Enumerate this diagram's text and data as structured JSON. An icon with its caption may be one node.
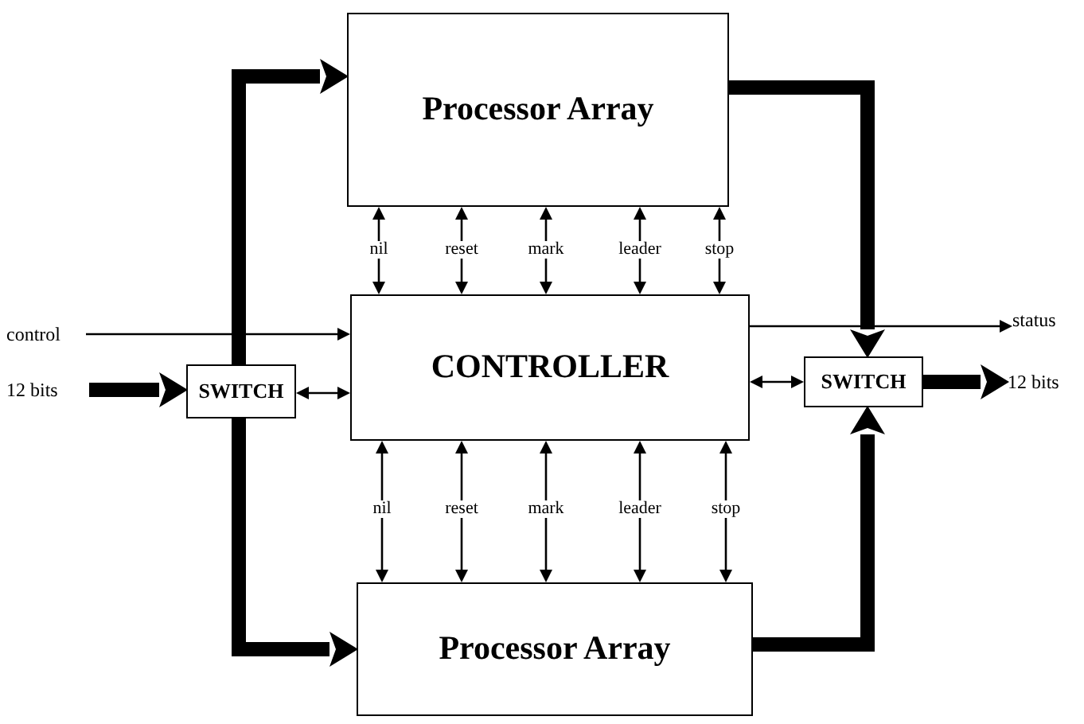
{
  "diagram": {
    "nodes": [
      {
        "text": [
          "Processor Array"
        ]
      },
      {
        "text": [
          "CONTROLLER"
        ]
      },
      {
        "text": [
          "Processor Array"
        ]
      },
      {
        "text": [
          "SWITCH"
        ]
      },
      {
        "text": [
          "SWITCH"
        ]
      },
      {
        "text": [
          "control"
        ]
      },
      {
        "text": [
          "12 bits"
        ]
      },
      {
        "text": [
          "status"
        ]
      },
      {
        "text": [
          "12 bits"
        ]
      }
    ],
    "edges": [
      {
        "from": 5,
        "to": 1,
        "arrow": "to"
      },
      {
        "from": 6,
        "to": 3,
        "arrow": "to",
        "style": "thick"
      },
      {
        "from": 3,
        "to": 1,
        "arrow": "both"
      },
      {
        "from": 3,
        "to": 0,
        "arrow": "to",
        "style": "thick"
      },
      {
        "from": 3,
        "to": 2,
        "arrow": "to",
        "style": "thick"
      },
      {
        "from": 0,
        "to": 1,
        "arrow": "both",
        "label": "nil"
      },
      {
        "from": 0,
        "to": 1,
        "arrow": "both",
        "label": "reset"
      },
      {
        "from": 0,
        "to": 1,
        "arrow": "both",
        "label": "mark"
      },
      {
        "from": 0,
        "to": 1,
        "arrow": "both",
        "label": "leader"
      },
      {
        "from": 0,
        "to": 1,
        "arrow": "both",
        "label": "stop"
      },
      {
        "from": 1,
        "to": 2,
        "arrow": "both",
        "label": "nil"
      },
      {
        "from": 1,
        "to": 2,
        "arrow": "both",
        "label": "reset"
      },
      {
        "from": 1,
        "to": 2,
        "arrow": "both",
        "label": "mark"
      },
      {
        "from": 1,
        "to": 2,
        "arrow": "both",
        "label": "leader"
      },
      {
        "from": 1,
        "to": 2,
        "arrow": "both",
        "label": "stop"
      },
      {
        "from": 1,
        "to": 7,
        "arrow": "to"
      },
      {
        "from": 0,
        "to": 4,
        "arrow": "to",
        "style": "thick"
      },
      {
        "from": 2,
        "to": 4,
        "arrow": "to",
        "style": "thick"
      },
      {
        "from": 1,
        "to": 4,
        "arrow": "both"
      },
      {
        "from": 4,
        "to": 8,
        "arrow": "to",
        "style": "thick"
      }
    ]
  }
}
